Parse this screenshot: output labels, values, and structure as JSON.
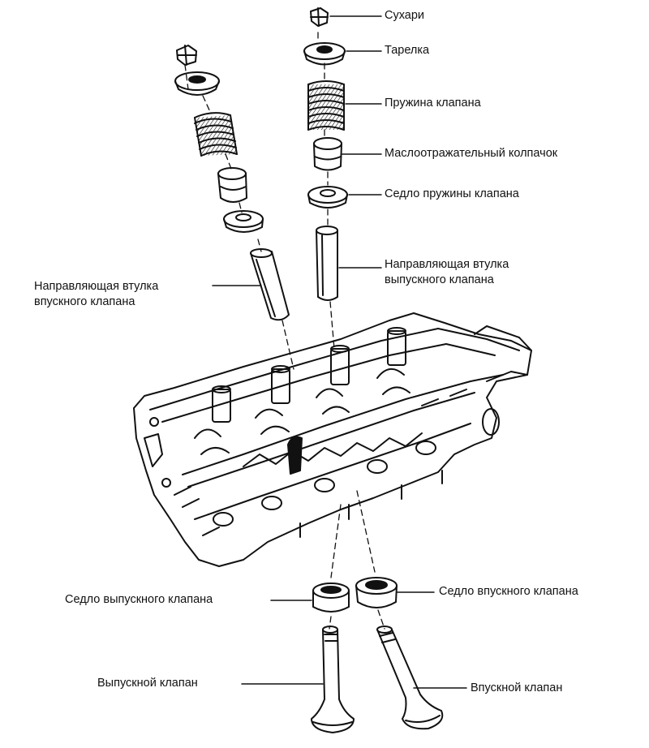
{
  "labels": {
    "keepers": "Сухари",
    "retainer": "Тарелка",
    "valve_spring": "Пружина клапана",
    "oil_seal": "Маслоотражательный колпачок",
    "spring_seat": "Седло пружины клапана",
    "exhaust_guide_line1": "Направляющая втулка",
    "exhaust_guide_line2": "выпускного клапана",
    "intake_guide_line1": "Направляющая втулка",
    "intake_guide_line2": "впускного клапана",
    "exhaust_seat": "Седло выпускного клапана",
    "intake_seat": "Седло впускного клапана",
    "exhaust_valve": "Выпускной клапан",
    "intake_valve": "Впускной клапан"
  },
  "colors": {
    "ink": "#111111",
    "paper": "#ffffff"
  }
}
